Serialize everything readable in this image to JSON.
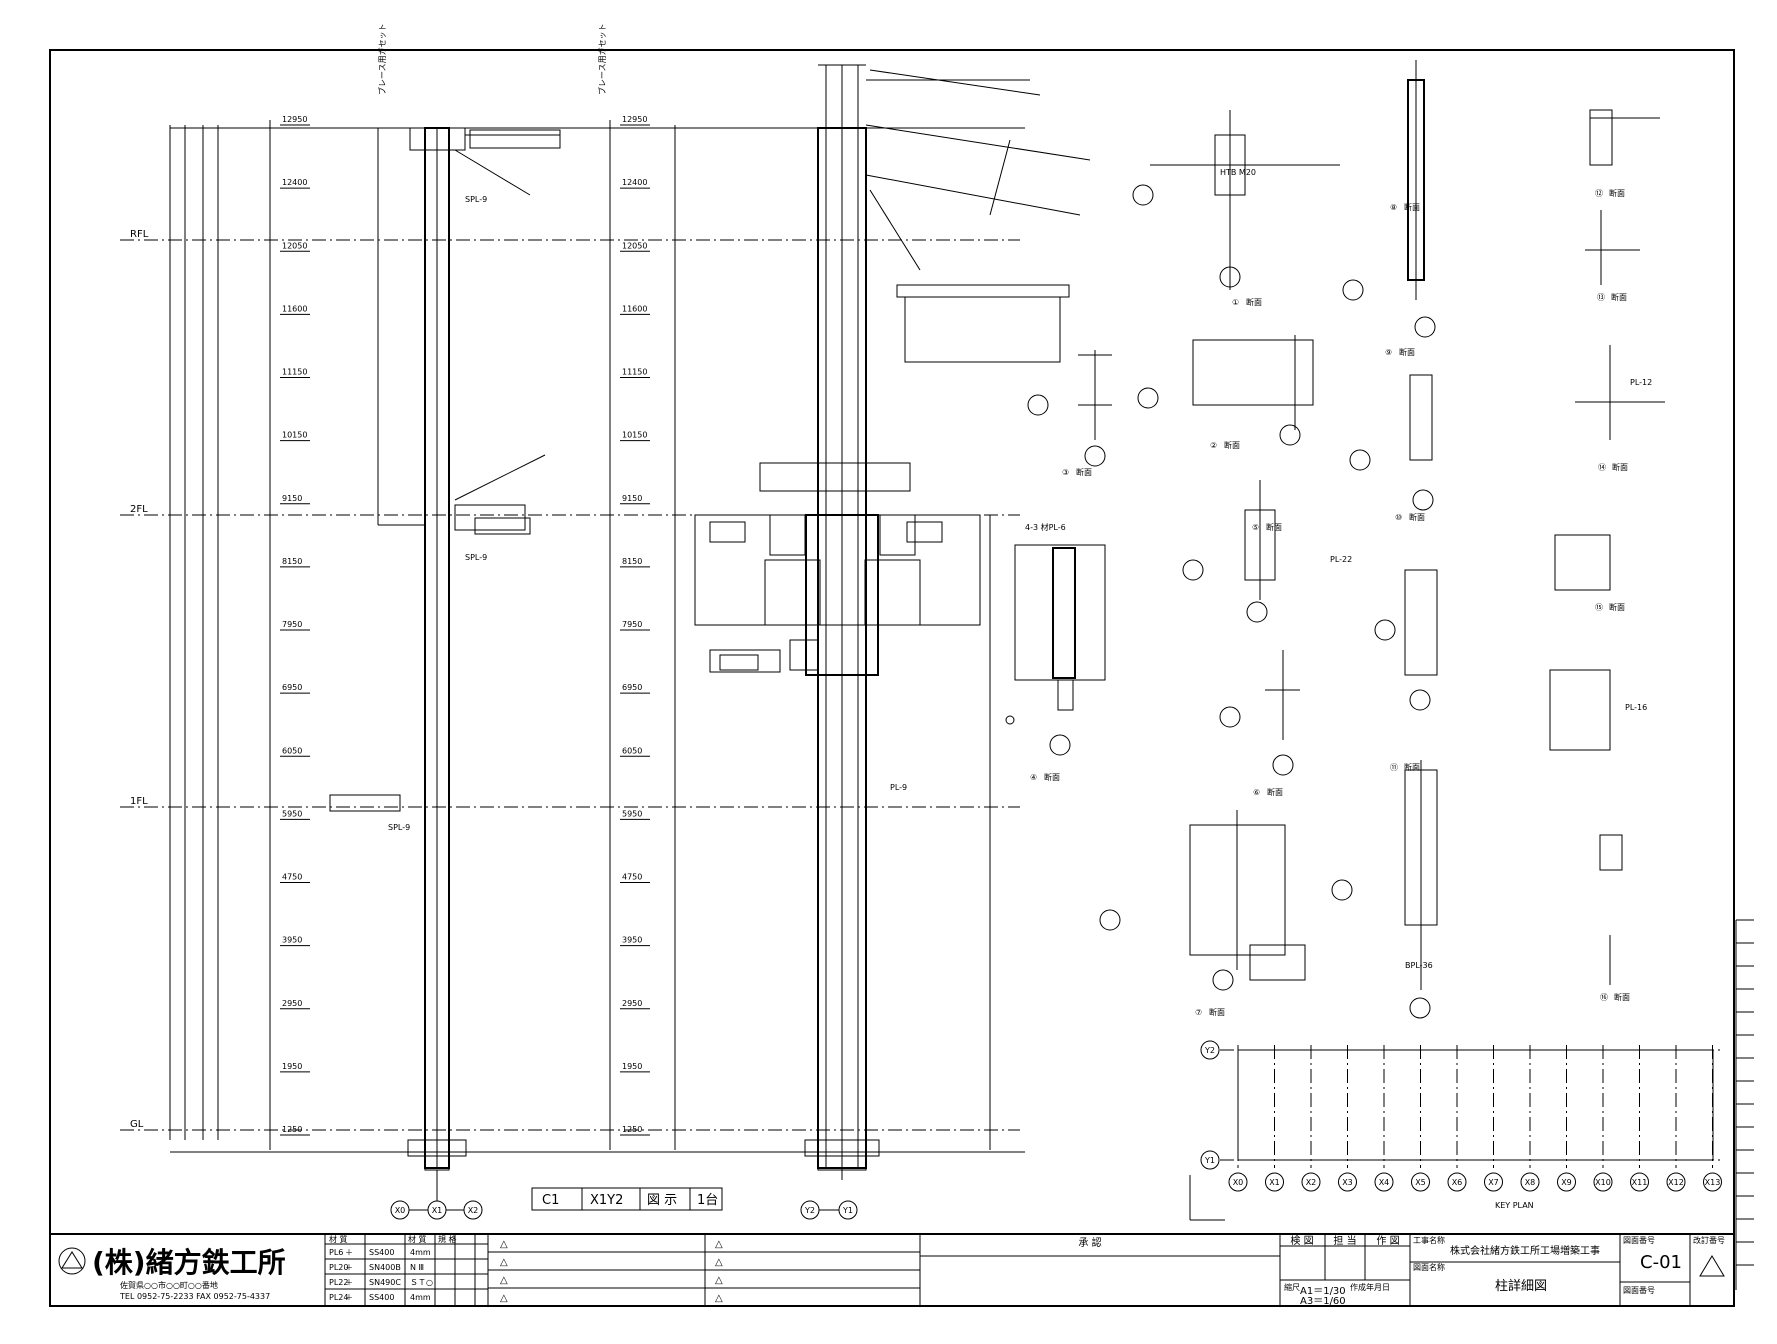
{
  "company": {
    "name": "(株)緒方鉄工所",
    "address": "佐賀県○○市○○町○○番地",
    "tel_fax": "TEL 0952-75-2233  FAX 0952-75-4337"
  },
  "materials": {
    "header": [
      "材 質",
      "",
      "材 質",
      "規 格",
      "",
      ""
    ],
    "rows": [
      [
        "PL6",
        "＋",
        "SS400",
        "4mm"
      ],
      [
        "PL20",
        "＋",
        "SN400B",
        "N Ⅲ"
      ],
      [
        "PL22",
        "＋",
        "SN490C",
        "ＳＴ○"
      ],
      [
        "PL24",
        "＋",
        "SS400",
        "4mm"
      ]
    ]
  },
  "revisions": [
    "△",
    "△",
    "△",
    "△",
    "△",
    "△",
    "△",
    "△"
  ],
  "title_block": {
    "check_label": "承 認",
    "check_row": [
      "検 図",
      "担 当",
      "作 図"
    ],
    "scale_label": "縮尺",
    "scale_a1": "A1＝1/30",
    "scale_a3": "A3＝1/60",
    "date_label": "作成年月日",
    "project_label": "工事名称",
    "project": "株式会社緒方鉄工所工場増築工事",
    "drawing_label": "図面名称",
    "drawing": "柱詳細図",
    "number_label": "図面番号",
    "number": "C-01",
    "rev_label": "改訂番号"
  },
  "column_tag": {
    "mark": "C1",
    "grid": "X1Y2",
    "type": "図 示",
    "qty": "1台"
  },
  "levels": {
    "top": "RFL",
    "second": "2FL",
    "first": "1FL",
    "ground": "GL"
  },
  "grid": {
    "x_main": [
      "X0",
      "X1",
      "X2"
    ],
    "y_main": [
      "Y2",
      "Y1"
    ],
    "plan_x": [
      "X0",
      "X1",
      "X2",
      "X3",
      "X4",
      "X5",
      "X6",
      "X7",
      "X8",
      "X9",
      "X10",
      "X11",
      "X12",
      "X13"
    ],
    "plan_y": [
      "Y2",
      "Y1"
    ],
    "plan_caption": "KEY PLAN"
  },
  "dims": {
    "elev_a": [
      "12950",
      "12400",
      "12050",
      "11600",
      "11150",
      "10150",
      "9150",
      "8150",
      "7950",
      "6950",
      "6050",
      "5950",
      "4750",
      "3950",
      "2950",
      "1950",
      "1250"
    ],
    "elev_b": [
      "12950",
      "12400",
      "12050",
      "11600",
      "11150",
      "10150",
      "9150",
      "8150",
      "7950",
      "6950",
      "6050",
      "5950",
      "4750",
      "3950",
      "2950",
      "1950",
      "1250"
    ]
  },
  "notes": {
    "brace_label": "ブレース用ガセット",
    "bolt_label": "HTB M20",
    "splice": "SPL-9",
    "base": "BPL-36",
    "plate_a": "PL-9",
    "plate_b": "PL-12",
    "plate_c": "PL-22",
    "plate_d": "PL-16",
    "stiff": "4-3 材PL-6",
    "section_mark": "断面"
  },
  "details": [
    "①",
    "②",
    "③",
    "④",
    "⑤",
    "⑥",
    "⑦",
    "⑧",
    "⑨",
    "⑩",
    "⑪",
    "⑫",
    "⑬",
    "⑭",
    "⑮",
    "⑯"
  ]
}
